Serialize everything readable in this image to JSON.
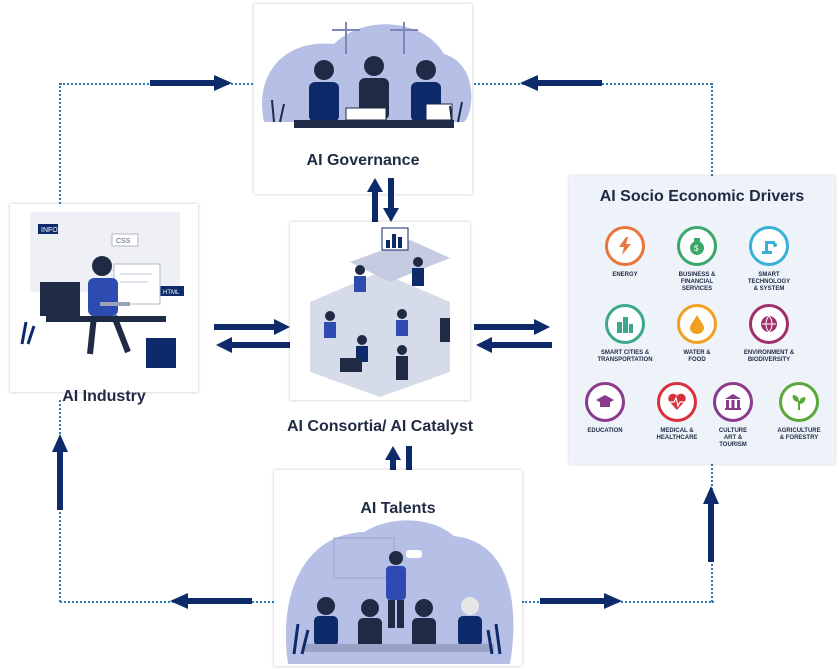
{
  "nodes": {
    "governance": "AI Governance",
    "industry": "AI Industry",
    "consortia": "AI Consortia/ AI Catalyst",
    "talents": "AI Talents",
    "socio": "AI Socio Economic Drivers"
  },
  "illustration_text": {
    "info_tag": "INFO",
    "css_tag": "CSS",
    "html_tag": "HTML"
  },
  "drivers": [
    {
      "label": "ENERGY",
      "icon": "lightning-icon",
      "color": "#e8763a"
    },
    {
      "label": "BUSINESS &\nFINANCIAL\nSERVICES",
      "icon": "money-bag-icon",
      "color": "#3aa86b"
    },
    {
      "label": "SMART\nTECHNOLOGY\n& SYSTEM",
      "icon": "robot-arm-icon",
      "color": "#3ab0d8"
    },
    {
      "label": "SMART CITIES &\nTRANSPORTATION",
      "icon": "city-icon",
      "color": "#3aa88c"
    },
    {
      "label": "WATER &\nFOOD",
      "icon": "water-drop-icon",
      "color": "#f0a020"
    },
    {
      "label": "ENVIRONMENT &\nBIODIVERSITY",
      "icon": "globe-icon",
      "color": "#a0306a"
    },
    {
      "label": "EDUCATION",
      "icon": "graduation-cap-icon",
      "color": "#8a3a8c"
    },
    {
      "label": "MEDICAL &\nHEALTHCARE",
      "icon": "heart-icon",
      "color": "#d8303a"
    },
    {
      "label": "CULTURE\nART &\nTOURISM",
      "icon": "culture-icon",
      "color": "#8a3a8c"
    },
    {
      "label": "AGRICULTURE\n& FORESTRY",
      "icon": "plant-icon",
      "color": "#5aa83a"
    }
  ],
  "colors": {
    "navy": "#0d2a6b",
    "dotted": "#2b7bbd",
    "blob": "#b6bfe6",
    "socio_bg": "#eef2f9",
    "text": "#1f2a44"
  }
}
